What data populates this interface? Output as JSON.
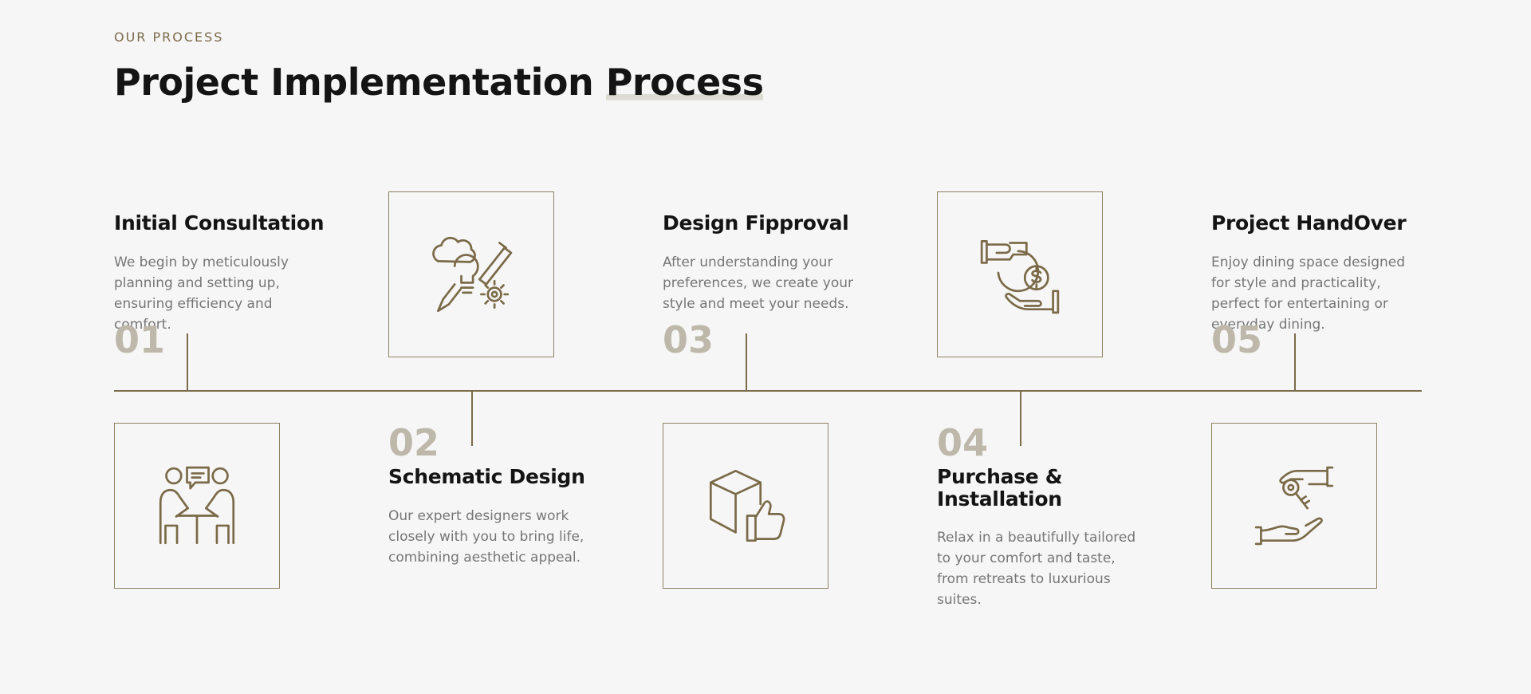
{
  "header": {
    "eyebrow": "OUR PROCESS",
    "title_main": "Project Implementation ",
    "title_highlight": "Process"
  },
  "steps": [
    {
      "number": "01",
      "title": "Initial Consultation",
      "description": "We begin by meticulously planning and setting up, ensuring efficiency and comfort.",
      "icon": "consultation-icon"
    },
    {
      "number": "02",
      "title": "Schematic Design",
      "description": "Our expert designers work closely with you to bring life, combining aesthetic appeal.",
      "icon": "design-ideas-icon"
    },
    {
      "number": "03",
      "title": "Design Fipproval",
      "description": "After understanding your preferences, we create your style and meet your needs.",
      "icon": "approved-box-icon"
    },
    {
      "number": "04",
      "title": "Purchase & Installation",
      "description": "Relax in a beautifully tailored to your comfort and taste, from retreats to luxurious suites.",
      "icon": "payment-hand-icon"
    },
    {
      "number": "05",
      "title": "Project HandOver",
      "description": "Enjoy dining space designed for style and practicality, perfect for entertaining or everyday dining.",
      "icon": "key-handover-icon"
    }
  ],
  "colors": {
    "background": "#f6f6f6",
    "accent": "#7a6a48",
    "number": "#bdb8aa",
    "heading": "#141414",
    "body": "#767676"
  }
}
